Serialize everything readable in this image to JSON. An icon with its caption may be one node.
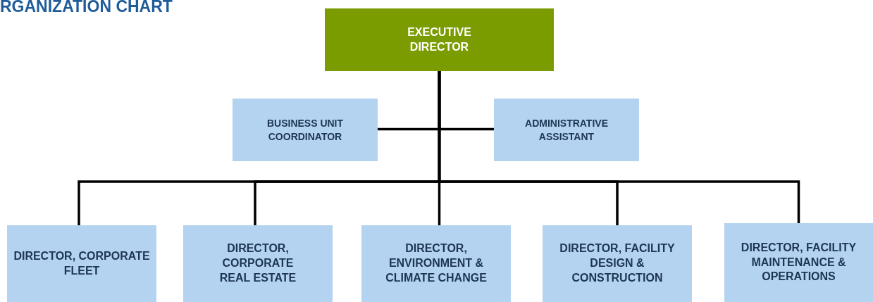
{
  "diagram": {
    "title": "RGANIZATION CHART",
    "nodes": [
      {
        "text": [
          "EXECUTIVE DIRECTOR"
        ]
      },
      {
        "text": [
          "BUSINESS UNIT COORDINATOR"
        ]
      },
      {
        "text": [
          "ADMINISTRATIVE ASSISTANT"
        ]
      },
      {
        "text": [
          "DIRECTOR, CORPORATE FLEET"
        ]
      },
      {
        "text": [
          "DIRECTOR, CORPORATE REAL ESTATE"
        ]
      },
      {
        "text": [
          "DIRECTOR, ENVIRONMENT & CLIMATE CHANGE"
        ]
      },
      {
        "text": [
          "DIRECTOR, FACILITY DESIGN & CONSTRUCTION"
        ]
      },
      {
        "text": [
          "DIRECTOR, FACILITY MAINTENANCE & OPERATIONS"
        ]
      }
    ],
    "edges": [
      {
        "from": 0,
        "to": 1,
        "arrow": "none"
      },
      {
        "from": 0,
        "to": 2,
        "arrow": "none"
      },
      {
        "from": 0,
        "to": 3,
        "arrow": "none"
      },
      {
        "from": 0,
        "to": 4,
        "arrow": "none"
      },
      {
        "from": 0,
        "to": 5,
        "arrow": "none"
      },
      {
        "from": 0,
        "to": 6,
        "arrow": "none"
      },
      {
        "from": 0,
        "to": 7,
        "arrow": "none"
      }
    ]
  }
}
